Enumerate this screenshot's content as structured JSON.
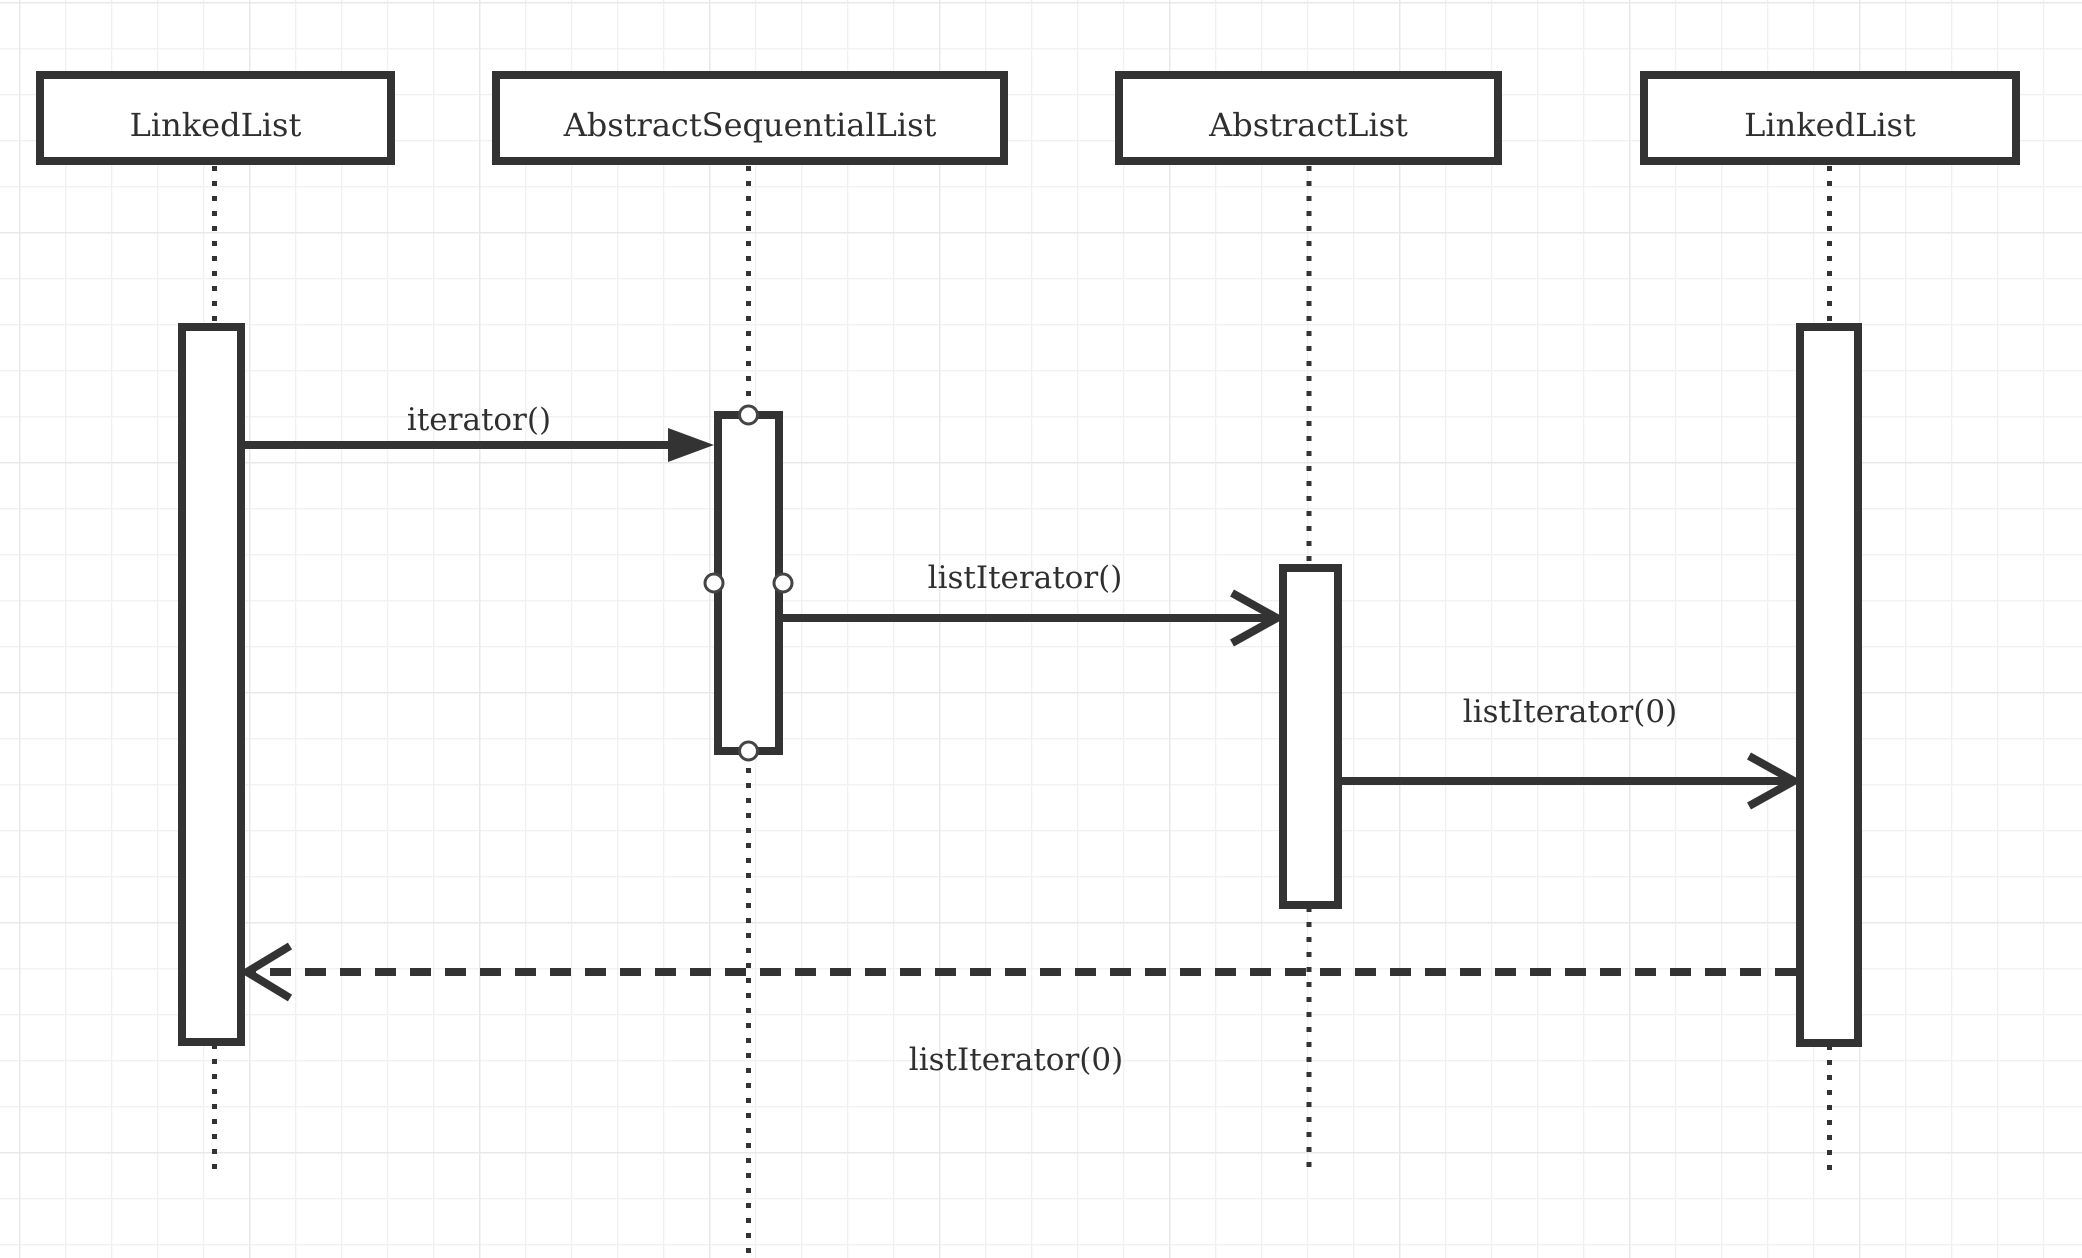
{
  "diagram": {
    "kind": "uml-sequence-diagram",
    "participants": [
      {
        "name": "LinkedList"
      },
      {
        "name": "AbstractSequentialList"
      },
      {
        "name": "AbstractList"
      },
      {
        "name": "LinkedList"
      }
    ],
    "messages": [
      {
        "label": "iterator()",
        "from": "LinkedList",
        "to": "AbstractSequentialList",
        "line": "solid",
        "arrowhead": "filled-triangle"
      },
      {
        "label": "listIterator()",
        "from": "AbstractSequentialList",
        "to": "AbstractList",
        "line": "solid",
        "arrowhead": "open"
      },
      {
        "label": "listIterator(0)",
        "from": "AbstractList",
        "to": "LinkedList",
        "line": "solid",
        "arrowhead": "open"
      },
      {
        "label": "listIterator(0)",
        "from": "LinkedList",
        "to": "LinkedList",
        "line": "dashed",
        "arrowhead": "open",
        "kind": "return"
      }
    ],
    "selection": {
      "selected": "activation-abstractsequentiallist",
      "handles": [
        "top-center",
        "middle-left",
        "middle-right",
        "bottom-center"
      ]
    },
    "colors": {
      "background": "#ffffff",
      "grid_minor": "#f1f1f1",
      "grid_major": "#e8e8e8",
      "shape_stroke": "#333333",
      "shape_fill": "#ffffff",
      "text": "#2f2f2f",
      "handle_fill": "#ffffff",
      "handle_stroke": "#444444"
    }
  }
}
